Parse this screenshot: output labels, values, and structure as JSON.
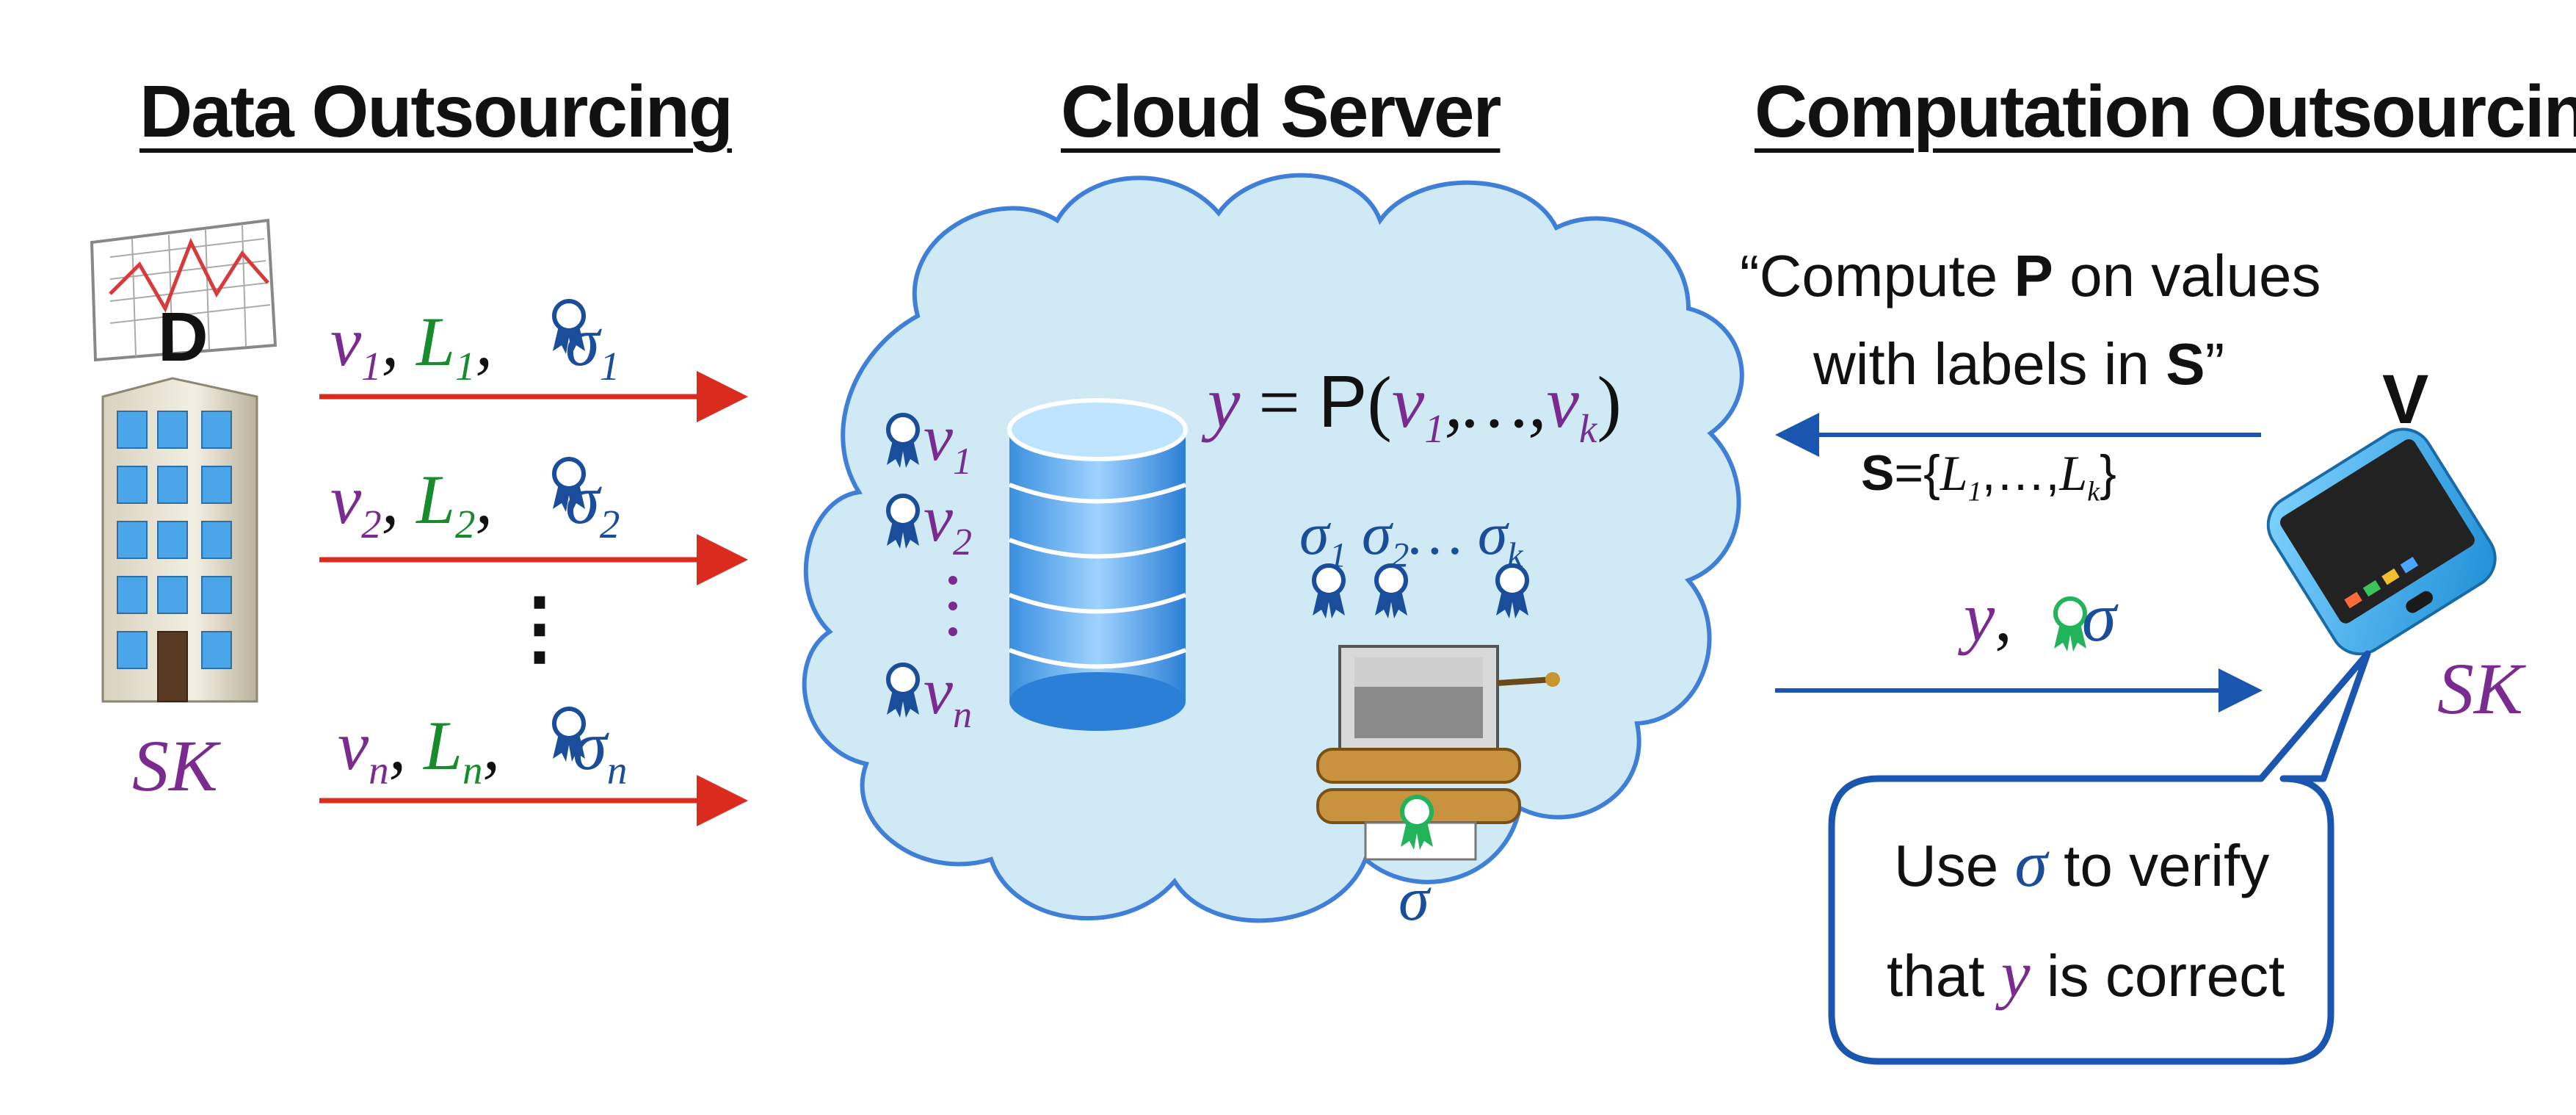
{
  "headings": {
    "data_outsourcing": "Data Outsourcing",
    "cloud_server": "Cloud Server",
    "computation_outsourcing": "Computation Outsourcing"
  },
  "owner": {
    "building_label": "D",
    "key_label": "SK"
  },
  "messages": [
    {
      "v": "v",
      "v_sub": "1",
      "L": "L",
      "L_sub": "1",
      "sigma": "σ",
      "sigma_sub": "1"
    },
    {
      "v": "v",
      "v_sub": "2",
      "L": "L",
      "L_sub": "2",
      "sigma": "σ",
      "sigma_sub": "2"
    },
    {
      "v": "v",
      "v_sub": "n",
      "L": "L",
      "L_sub": "n",
      "sigma": "σ",
      "sigma_sub": "n"
    }
  ],
  "ellipsis_vertical": "⋮",
  "cloud": {
    "stored": [
      {
        "v": "v",
        "sub": "1"
      },
      {
        "v": "v",
        "sub": "2"
      },
      {
        "v": "v",
        "sub": "n"
      }
    ],
    "formula": {
      "y": "y",
      "eq": "=",
      "P": "P",
      "open": "(",
      "v1": "v",
      "v1_sub": "1",
      "dots": ",…,",
      "vk": "v",
      "vk_sub": "k",
      "close": ")"
    },
    "sigmas": {
      "s1": "σ",
      "s1_sub": "1",
      "s2": "σ",
      "s2_sub": "2",
      "dots": "…",
      "sk": "σ",
      "sk_sub": "k"
    },
    "output_sigma": "σ"
  },
  "request": {
    "line1": "“Compute ",
    "line1_bold": "P",
    "line1_end": " on values",
    "line2": "with labels in ",
    "line2_bold": "S",
    "line2_end": "”",
    "set_S": "S",
    "set_eq": "={",
    "set_L1": "L",
    "set_L1_sub": "1",
    "set_dots": ",…,",
    "set_Lk": "L",
    "set_Lk_sub": "k",
    "set_close": "}"
  },
  "response": {
    "y": "y",
    "comma": ",",
    "sigma": "σ"
  },
  "verifier": {
    "label": "V",
    "key_label": "SK"
  },
  "bubble": {
    "line1_pre": "Use ",
    "line1_sigma": "σ",
    "line1_post": " to verify",
    "line2_pre": "that ",
    "line2_y": "y",
    "line2_post": " is correct"
  },
  "colors": {
    "arrow_red": "#d92b1e",
    "arrow_blue": "#1a56b0",
    "cloud_fill": "#cfe9f5",
    "cloud_stroke": "#3f7fd8"
  }
}
